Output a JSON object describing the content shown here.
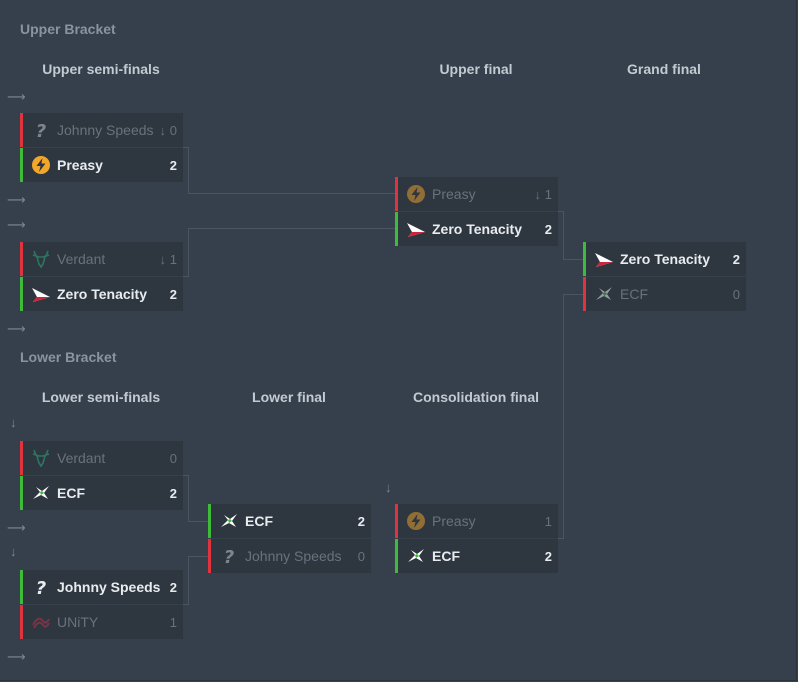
{
  "sections": {
    "upper": "Upper Bracket",
    "lower": "Lower Bracket"
  },
  "rounds": {
    "upper_semis": "Upper semi-finals",
    "upper_final": "Upper final",
    "grand_final": "Grand final",
    "lower_semis": "Lower semi-finals",
    "lower_final": "Lower final",
    "consolation_final": "Consolidation final"
  },
  "glyphs": {
    "right_arrow": "⟶",
    "down_arrow": "↓"
  },
  "icons": {
    "unknown": "question-mark-icon",
    "preasy": "lightning-icon",
    "verdant": "stag-head-icon",
    "zero_tenacity": "zt-arrow-logo-icon",
    "ecf": "bird-logo-icon",
    "unity": "unity-swirl-logo-icon"
  },
  "colors": {
    "win": "#3fbb3a",
    "lose": "#e0333d",
    "background": "#36404c",
    "slot": "#2e3640"
  },
  "matches": {
    "us1": {
      "t1": {
        "name": "Johnny Speeds",
        "score": "0",
        "dl": "↓"
      },
      "t2": {
        "name": "Preasy",
        "score": "2"
      }
    },
    "us2": {
      "t1": {
        "name": "Verdant",
        "score": "1",
        "dl": "↓"
      },
      "t2": {
        "name": "Zero Tenacity",
        "score": "2"
      }
    },
    "uf": {
      "t1": {
        "name": "Preasy",
        "score": "1",
        "dl": "↓"
      },
      "t2": {
        "name": "Zero Tenacity",
        "score": "2"
      }
    },
    "gf": {
      "t1": {
        "name": "Zero Tenacity",
        "score": "2"
      },
      "t2": {
        "name": "ECF",
        "score": "0"
      }
    },
    "ls1": {
      "t1": {
        "name": "Verdant",
        "score": "0"
      },
      "t2": {
        "name": "ECF",
        "score": "2"
      }
    },
    "ls2": {
      "t1": {
        "name": "Johnny Speeds",
        "score": "2"
      },
      "t2": {
        "name": "UNiTY",
        "score": "1"
      }
    },
    "lf": {
      "t1": {
        "name": "ECF",
        "score": "2"
      },
      "t2": {
        "name": "Johnny Speeds",
        "score": "0"
      }
    },
    "cf": {
      "t1": {
        "name": "Preasy",
        "score": "1"
      },
      "t2": {
        "name": "ECF",
        "score": "2"
      }
    }
  }
}
